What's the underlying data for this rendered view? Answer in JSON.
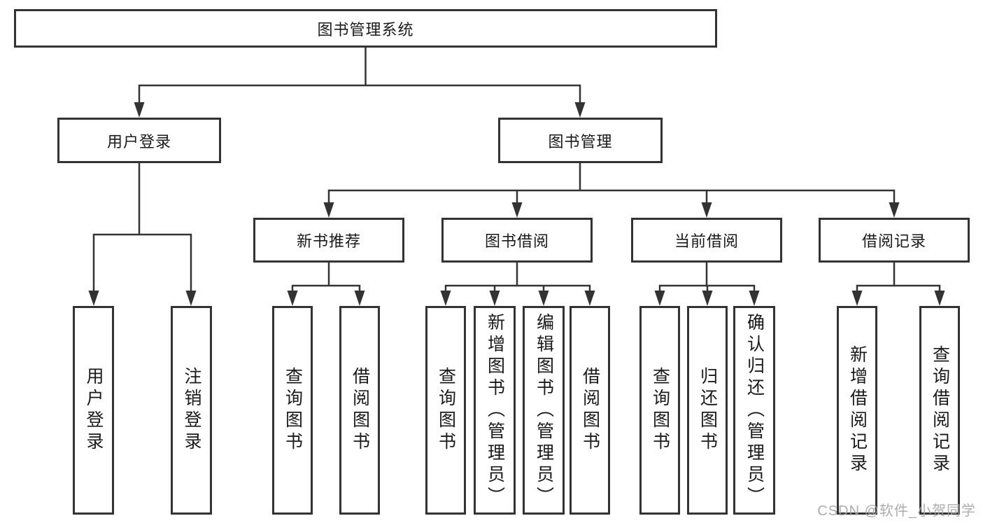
{
  "diagram_title": "图书管理系统",
  "tree": {
    "label": "图书管理系统",
    "children": [
      {
        "label": "用户登录",
        "children": [
          {
            "label": "用户登录"
          },
          {
            "label": "注销登录"
          }
        ]
      },
      {
        "label": "图书管理",
        "children": [
          {
            "label": "新书推荐",
            "children": [
              {
                "label": "查询图书"
              },
              {
                "label": "借阅图书"
              }
            ]
          },
          {
            "label": "图书借阅",
            "children": [
              {
                "label": "查询图书"
              },
              {
                "label": "新增图书（管理员）"
              },
              {
                "label": "编辑图书（管理员）"
              },
              {
                "label": "借阅图书"
              }
            ]
          },
          {
            "label": "当前借阅",
            "children": [
              {
                "label": "查询图书"
              },
              {
                "label": "归还图书"
              },
              {
                "label": "确认归还（管理员）"
              }
            ]
          },
          {
            "label": "借阅记录",
            "children": [
              {
                "label": "新增借阅记录"
              },
              {
                "label": "查询借阅记录"
              }
            ]
          }
        ]
      }
    ]
  },
  "watermark": {
    "text": "CSDN @软件_小贺同学"
  },
  "colors": {
    "line": "#333333",
    "text": "#1a1a1a",
    "box_background": "#ffffff",
    "watermark": "#a4a4a4"
  }
}
